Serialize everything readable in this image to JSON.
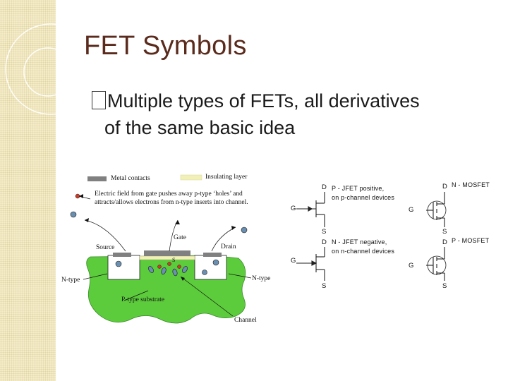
{
  "slide": {
    "title": "FET Symbols",
    "bullet_marker": "",
    "bullet_line1": "Multiple types of FETs, all derivatives",
    "bullet_line2": "of the same basic idea"
  },
  "cross_section": {
    "legend_metal": "Metal contacts",
    "legend_insulating": "Insulating layer",
    "note_line1": "Electric field from gate pushes away p-type ‘holes’ and",
    "note_line2": "attracts/allows electrons from n-type inserts into channel.",
    "source": "Source",
    "gate": "Gate",
    "drain": "Drain",
    "n_type_left": "N-type",
    "n_type_right": "N-type",
    "p_substrate": "P-type substrate",
    "channel": "Channel",
    "inner_s": "S",
    "colors": {
      "substrate": "#5ccc3c",
      "metal": "#808080",
      "insulator": "#f0f0b8",
      "n_type": "#ffffff",
      "carrier": "#6a8fb0"
    }
  },
  "symbols": {
    "jfet_p_title": "P - JFET positive,",
    "jfet_p_sub": "on p-channel devices",
    "jfet_n_title": "N - JFET negative,",
    "jfet_n_sub": "on n-channel devices",
    "mosfet_n_title": "N - MOSFET",
    "mosfet_p_title": "P - MOSFET",
    "pin_d": "D",
    "pin_g": "G",
    "pin_s": "S"
  }
}
